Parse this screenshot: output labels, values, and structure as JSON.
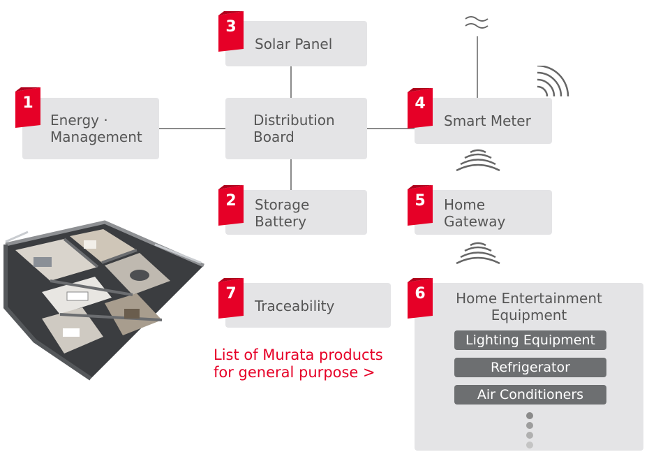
{
  "nodes": {
    "energy": {
      "num": "1",
      "line1": "Energy ·",
      "line2": "Management"
    },
    "storage": {
      "num": "2",
      "line1": "Storage",
      "line2": "Battery"
    },
    "solar": {
      "num": "3",
      "label": "Solar Panel"
    },
    "distribution": {
      "line1": "Distribution",
      "line2": "Board"
    },
    "meter": {
      "num": "4",
      "label": "Smart Meter"
    },
    "gateway": {
      "num": "5",
      "line1": "Home",
      "line2": "Gateway"
    },
    "entertainment": {
      "num": "6",
      "line1": "Home Entertainment",
      "line2": "Equipment",
      "items": [
        "Lighting Equipment",
        "Refrigerator",
        "Air Conditioners"
      ]
    },
    "traceability": {
      "num": "7",
      "label": "Traceability"
    }
  },
  "link": {
    "line1": "List of Murata products",
    "line2": "for general purpose >"
  },
  "colors": {
    "accent": "#e60027",
    "box": "#e4e4e6",
    "pill": "#6d6f71",
    "text": "#555555"
  },
  "icons": {
    "house": "house-cutaway-image",
    "signal": "wireless-signal-icon",
    "antenna": "antenna-wave-icon"
  }
}
